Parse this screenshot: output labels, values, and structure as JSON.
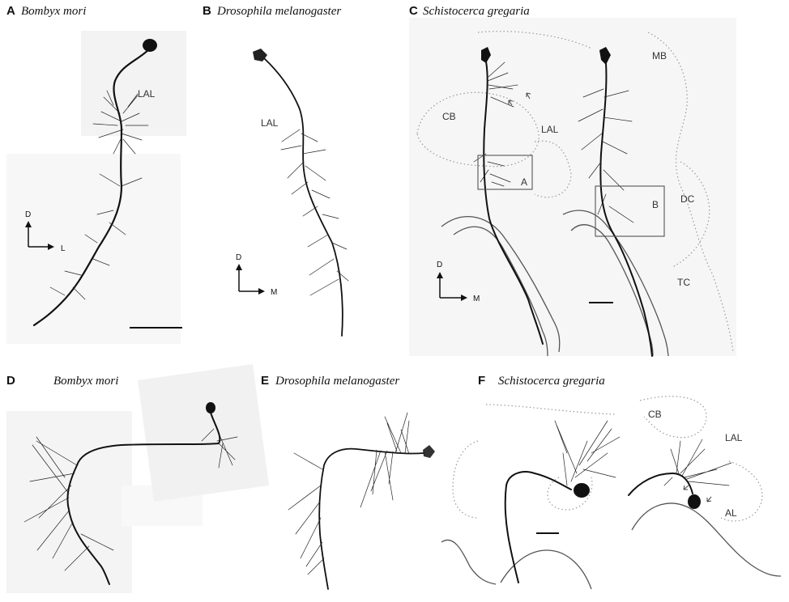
{
  "panels": [
    {
      "letter": "A",
      "species": "Bombyx mori"
    },
    {
      "letter": "B",
      "species": "Drosophila melanogaster"
    },
    {
      "letter": "C",
      "species": "Schistocerca gregaria"
    },
    {
      "letter": "D",
      "species": "Bombyx mori"
    },
    {
      "letter": "E",
      "species": "Drosophila melanogaster"
    },
    {
      "letter": "F",
      "species": "Schistocerca gregaria"
    }
  ],
  "region_labels": {
    "lal": "LAL",
    "cb": "CB",
    "mb": "MB",
    "dc": "DC",
    "tc": "TC",
    "al": "AL",
    "inset_a": "A",
    "inset_b": "B"
  },
  "axes": {
    "dorsal": "D",
    "lateral": "L",
    "medial": "M"
  },
  "colors": {
    "neuron": "#111111",
    "outline": "#999999",
    "background_tint": "#f2f2f2"
  }
}
